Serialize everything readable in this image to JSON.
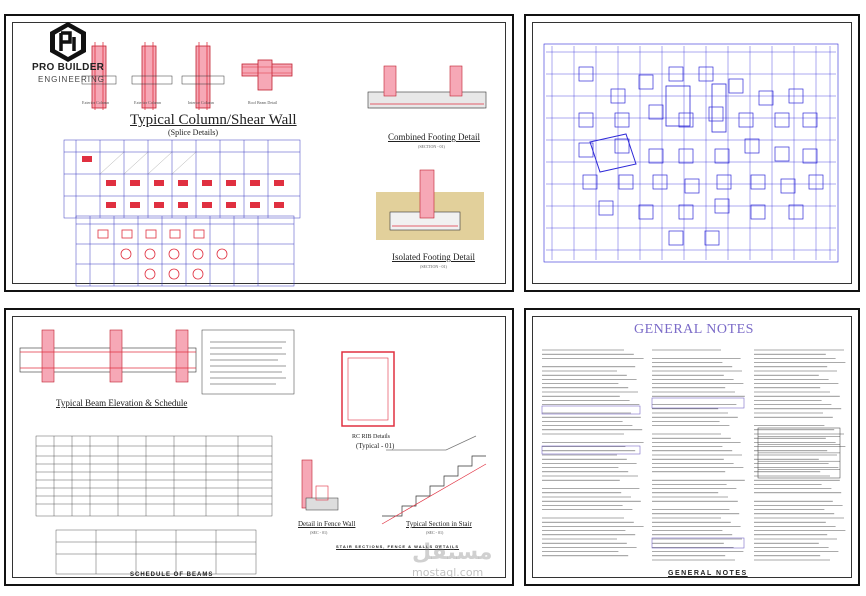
{
  "brand": {
    "name": "PRO BUILDER",
    "tagline": "ENGINEERING"
  },
  "sheet1": {
    "title": "Typical Column/Shear Wall",
    "subtitle": "(Splice Details)",
    "combined_footing": "Combined Footing Detail",
    "combined_ref": "(SECTION - 01)",
    "isolated_footing": "Isolated Footing Detail",
    "isolated_ref": "(SECTION - 01)",
    "detail_labels": [
      "Exterior Column",
      "Exterior Column",
      "Interior Column",
      "Roof Beam Detail"
    ]
  },
  "sheet3": {
    "beam_title": "Typical Beam Elevation & Schedule",
    "fence_title": "Detail in Fence Wall",
    "fence_ref": "(SEC - 01)",
    "stair_title": "Typical Section in Stair",
    "stair_ref": "(SEC - 01)",
    "rc_title": "RC RIB Details",
    "rc_ref": "(Typical - 01)",
    "schedule_title": "SCHEDULE OF BEAMS",
    "stair_caps": "STAIR SECTIONS, FENCE & WALLS DETAILS"
  },
  "sheet4": {
    "title": "GENERAL NOTES",
    "footer": "GENERAL NOTES"
  },
  "watermark": {
    "arabic": "مستقل",
    "latin": "mostaql.com"
  },
  "colors": {
    "rebar": "#e03040",
    "concrete": "#f6a8b6",
    "grid": "#2f2ad8",
    "frame": "#111111",
    "soil": "#d8c07a",
    "notes_title": "#7b6bc8"
  }
}
